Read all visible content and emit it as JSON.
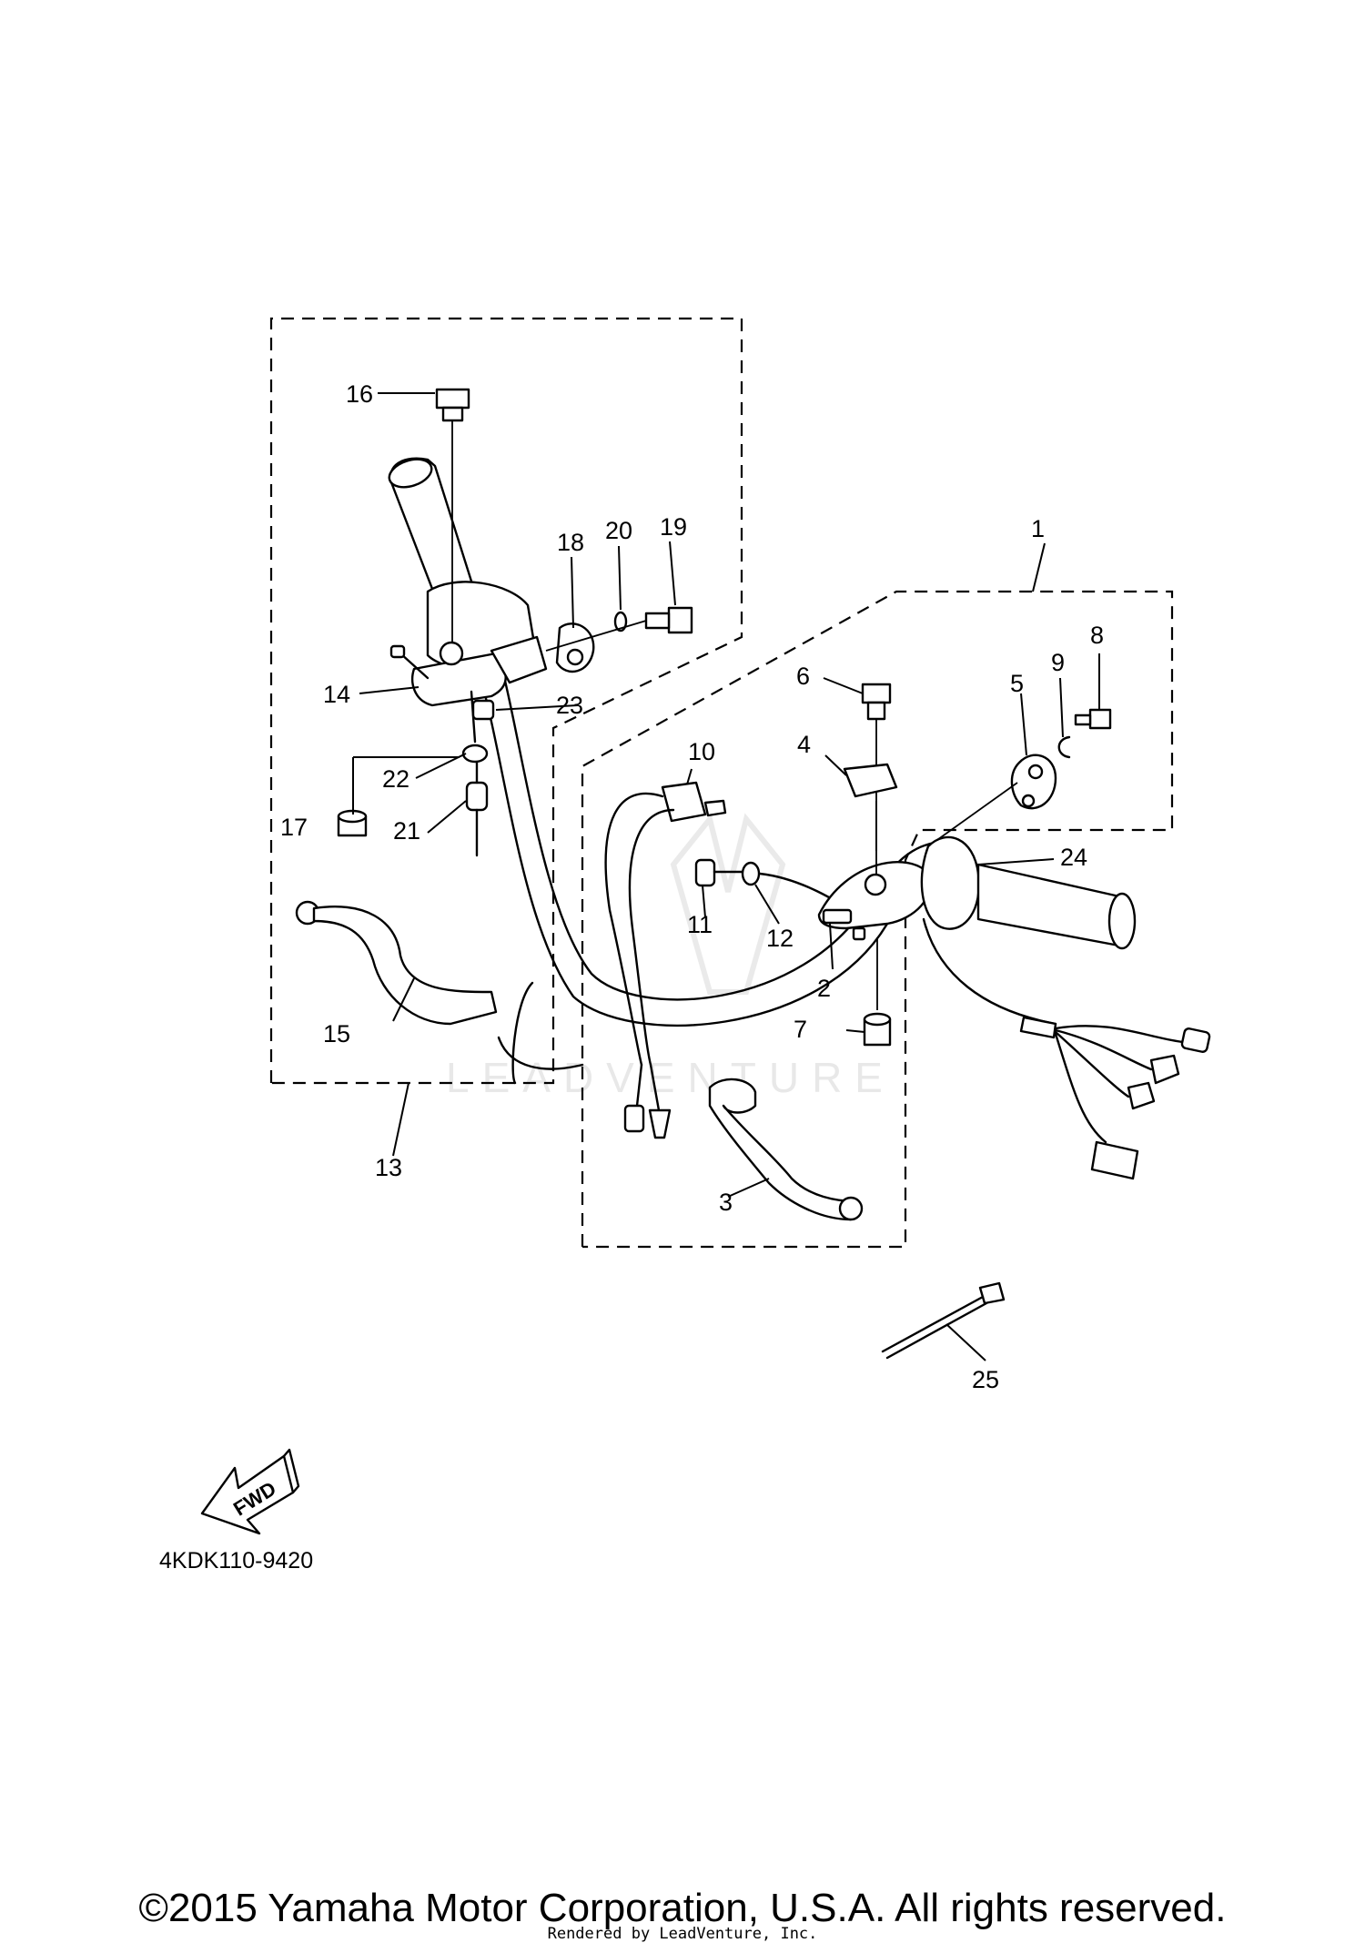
{
  "callouts": [
    "1",
    "2",
    "3",
    "4",
    "5",
    "6",
    "7",
    "8",
    "9",
    "10",
    "11",
    "12",
    "13",
    "14",
    "15",
    "16",
    "17",
    "18",
    "19",
    "20",
    "21",
    "22",
    "23",
    "24",
    "25"
  ],
  "fwd_label": "FWD",
  "diagram_code": "4KDK110-9420",
  "watermark": "LEADVENTURE",
  "copyright": "©2015 Yamaha Motor Corporation, U.S.A. All rights reserved.",
  "rendered_by": "Rendered by LeadVenture, Inc."
}
